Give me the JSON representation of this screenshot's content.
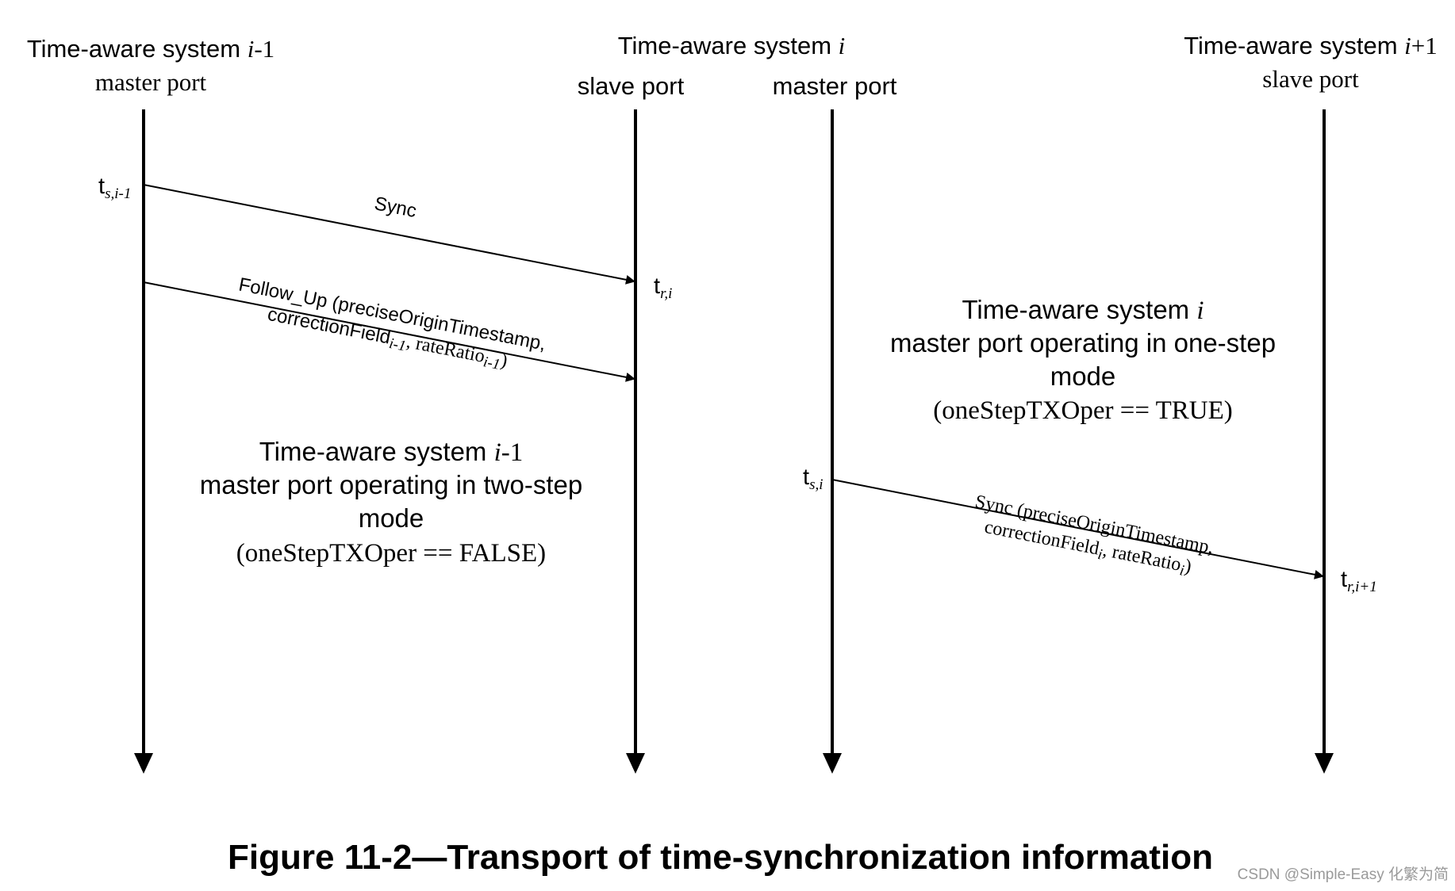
{
  "columns": {
    "sys_im1_master": {
      "title_prefix": "Time-aware system ",
      "title_var": "i",
      "title_suffix": "-1",
      "port": "master port"
    },
    "sys_i": {
      "title_prefix": "Time-aware system ",
      "title_var": "i"
    },
    "sys_i_slave": {
      "port": "slave port"
    },
    "sys_i_master": {
      "port": "master port"
    },
    "sys_ip1_slave": {
      "title_prefix": "Time-aware system ",
      "title_var": "i",
      "title_suffix": "+1",
      "port": "slave port"
    }
  },
  "timestamps": {
    "ts_im1": {
      "base": "t",
      "sub": "s,i-1"
    },
    "tr_i": {
      "base": "t",
      "sub": "r,i"
    },
    "ts_i": {
      "base": "t",
      "sub": "s,i"
    },
    "tr_ip1": {
      "base": "t",
      "sub": "r,i+1"
    }
  },
  "messages": {
    "sync_two_step": {
      "label": "Sync"
    },
    "follow_up": {
      "line1": "Follow_Up (preciseOriginTimestamp,",
      "line2_a": "correctionField",
      "line2_sub": "i-1",
      "line2_b": ", rateRatio",
      "line2_sub2": "i-1",
      "line2_c": ")"
    },
    "sync_one_step": {
      "line1": "Sync (preciseOriginTimestamp,",
      "line2_a": "correctionField",
      "line2_sub": "i",
      "line2_b": ", rateRatio",
      "line2_sub2": "i",
      "line2_c": ")"
    }
  },
  "blocks": {
    "two_step": {
      "line1_prefix": "Time-aware system ",
      "line1_var": "i",
      "line1_suffix": "-1",
      "line2": "master port  operating in two-step",
      "line3": "mode",
      "line4": "(oneStepTXOper == FALSE)"
    },
    "one_step": {
      "line1_prefix": "Time-aware system ",
      "line1_var": "i",
      "line2": "master port  operating in one-step",
      "line3": "mode",
      "line4": "(oneStepTXOper == TRUE)"
    }
  },
  "caption": "Figure 11-2—Transport of time-synchronization information",
  "watermark": "CSDN @Simple-Easy 化繁为简"
}
